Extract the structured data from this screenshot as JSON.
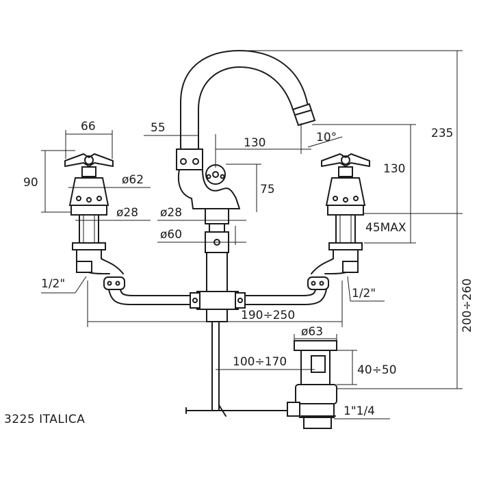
{
  "caption": "3225  ITALICA",
  "dimensions": {
    "d66": "66",
    "d90": "90",
    "d62": "ø62",
    "d28_left": "ø28",
    "d55": "55",
    "d130_top": "130",
    "d10deg": "10°",
    "d235": "235",
    "d130_right": "130",
    "d75": "75",
    "d28_center": "ø28",
    "d60": "ø60",
    "d45max": "45MAX",
    "d12_left": "1/2\"",
    "d12_right": "1/2\"",
    "d190_250": "190÷250",
    "d200_260": "200÷260",
    "d63": "ø63",
    "d100_170": "100÷170",
    "d40_50": "40÷50",
    "d1_14": "1\"1/4"
  }
}
